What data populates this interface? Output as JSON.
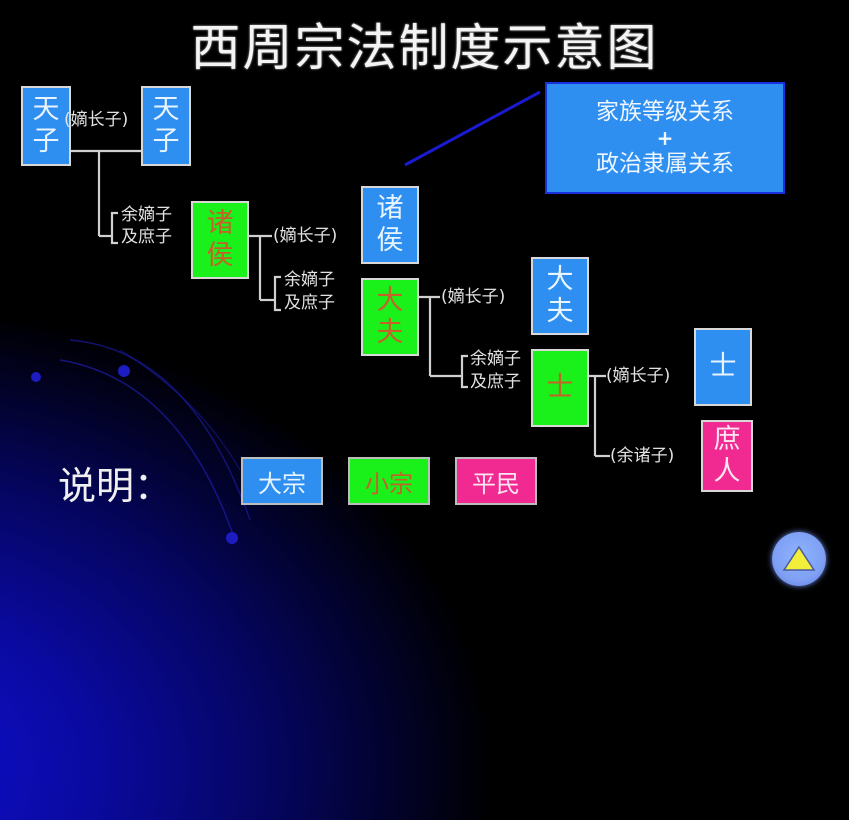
{
  "title": "西周宗法制度示意图",
  "colors": {
    "dazong": "#2f8ff0",
    "xiaozong": "#1af01a",
    "pingmin": "#f02a90",
    "background": "#000000",
    "line": "#d8d8d8"
  },
  "nodes": {
    "tianzi_left": {
      "line1": "天",
      "line2": "子",
      "type": "大宗"
    },
    "tianzi_right": {
      "line1": "天",
      "line2": "子",
      "type": "大宗"
    },
    "zhuhou_green": {
      "line1": "诸",
      "line2": "侯",
      "type": "小宗"
    },
    "zhuhou_blue": {
      "line1": "诸",
      "line2": "侯",
      "type": "大宗"
    },
    "dafu_green": {
      "line1": "大",
      "line2": "夫",
      "type": "小宗"
    },
    "dafu_blue": {
      "line1": "大",
      "line2": "夫",
      "type": "大宗"
    },
    "shi_green": {
      "line1": "士",
      "type": "小宗"
    },
    "shi_blue": {
      "line1": "士",
      "type": "大宗"
    },
    "shuren": {
      "line1": "庶",
      "line2": "人",
      "type": "平民"
    }
  },
  "labels": {
    "dizhangzi_1": "(嫡长子)",
    "dizhangzi_2": "(嫡长子)",
    "dizhangzi_3": "(嫡长子)",
    "dizhangzi_4": "(嫡长子)",
    "yudizi": "余嫡子",
    "jishuzi": "及庶子",
    "yuzhuzi": "(余诸子)"
  },
  "callout": {
    "line1": "家族等级关系",
    "plus": "+",
    "line2": "政治隶属关系"
  },
  "legend": {
    "title": "说明：",
    "items": [
      {
        "label": "大宗",
        "color": "#2f8ff0"
      },
      {
        "label": "小宗",
        "color": "#1af01a"
      },
      {
        "label": "平民",
        "color": "#f02a90"
      }
    ]
  },
  "nav": {
    "icon": "up-triangle-icon"
  }
}
